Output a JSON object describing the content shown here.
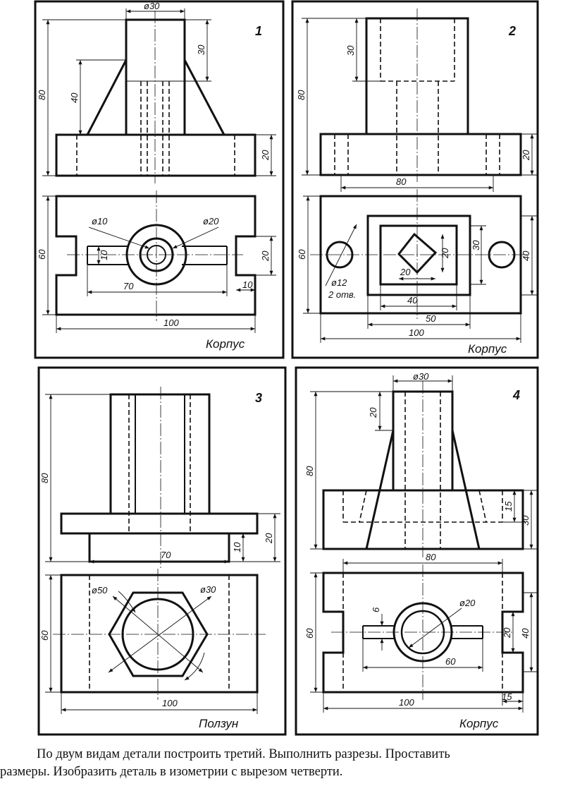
{
  "panels": [
    {
      "number": "1",
      "title": "Корпус",
      "dims": {
        "d30": "ø30",
        "h30": "30",
        "h80": "80",
        "h40": "40",
        "h20": "20",
        "d10": "ø10",
        "d20": "ø20",
        "w60": "60",
        "s20": "20",
        "s10a": "10",
        "w70": "70",
        "s10b": "10",
        "w100": "100"
      }
    },
    {
      "number": "2",
      "title": "Корпус",
      "dims": {
        "h30": "30",
        "h80": "80",
        "h20": "20",
        "w80": "80",
        "w60": "60",
        "d12": "ø12",
        "holes": "2 отв.",
        "s20a": "20",
        "s20b": "20",
        "s30": "30",
        "s40": "40",
        "w40": "40",
        "w50": "50",
        "w100": "100"
      }
    },
    {
      "number": "3",
      "title": "Ползун",
      "dims": {
        "h80": "80",
        "h20": "20",
        "h10": "10",
        "w70": "70",
        "d50": "ø50",
        "d30": "ø30",
        "w60": "60",
        "w100": "100"
      }
    },
    {
      "number": "4",
      "title": "Корпус",
      "dims": {
        "d30": "ø30",
        "h20": "20",
        "h80": "80",
        "h15": "15",
        "h30": "30",
        "w80": "80",
        "s6": "6",
        "d20": "ø20",
        "w60": "60",
        "s20": "20",
        "s40": "40",
        "w100": "100",
        "s15": "15"
      }
    }
  ],
  "caption": {
    "line1": "По двум видам детали построить третий. Выполнить разрезы. Проставить",
    "line2": "размеры. Изобразить деталь в изометрии с вырезом четверти."
  }
}
